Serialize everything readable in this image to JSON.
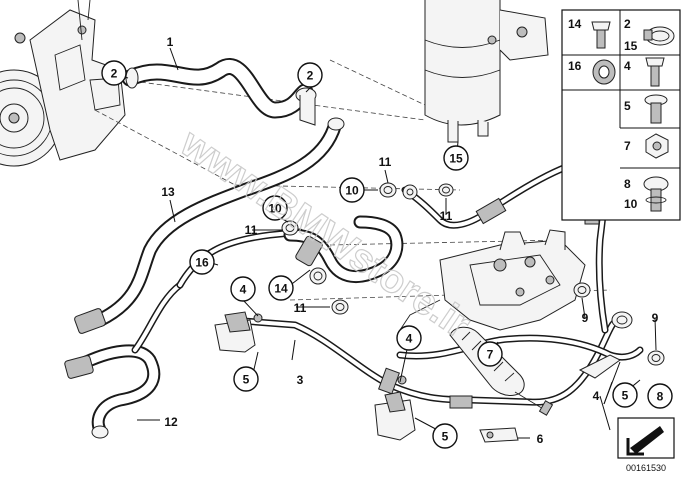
{
  "diagram": {
    "watermark": "www.BMWstore.ir",
    "document_number": "00161530",
    "callouts": {
      "c2a": "2",
      "c2b": "2",
      "c15": "15",
      "c10a": "10",
      "c10b": "10",
      "c16": "16",
      "c14": "14",
      "c4a": "4",
      "c4b": "4",
      "c5a": "5",
      "c7": "7",
      "c5b": "5",
      "c5c": "5",
      "c8": "8"
    },
    "labels": {
      "l1": "1",
      "l13": "13",
      "l11a": "11",
      "l11b": "11",
      "l11c": "11",
      "l11d": "11",
      "l3": "3",
      "l12": "12",
      "l6": "6",
      "l9a": "9",
      "l9b": "9",
      "l4c": "4"
    },
    "key_panel": {
      "k14": "14",
      "k2": "2",
      "k15": "15",
      "k16": "16",
      "k4": "4",
      "k5": "5",
      "k7": "7",
      "k8": "8",
      "k10": "10"
    }
  }
}
